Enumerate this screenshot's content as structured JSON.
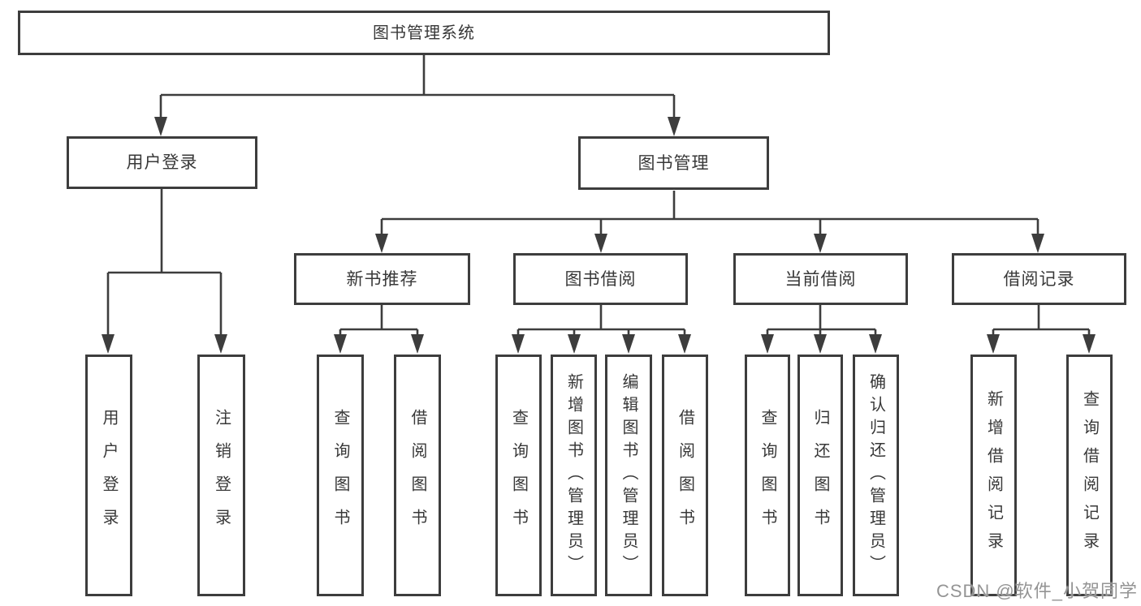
{
  "diagram": {
    "title": "图书管理系统",
    "level2": [
      {
        "label": "用户登录"
      },
      {
        "label": "图书管理"
      }
    ],
    "level3": [
      {
        "label": "新书推荐"
      },
      {
        "label": "图书借阅"
      },
      {
        "label": "当前借阅"
      },
      {
        "label": "借阅记录"
      }
    ],
    "leaves": [
      {
        "label": "用户登录"
      },
      {
        "label": "注销登录"
      },
      {
        "label": "查询图书"
      },
      {
        "label": "借阅图书"
      },
      {
        "label": "查询图书"
      },
      {
        "label": "新增图书（管理员）"
      },
      {
        "label": "编辑图书（管理员）"
      },
      {
        "label": "借阅图书"
      },
      {
        "label": "查询图书"
      },
      {
        "label": "归还图书"
      },
      {
        "label": "确认归还（管理员）"
      },
      {
        "label": "新增借阅记录"
      },
      {
        "label": "查询借阅记录"
      }
    ]
  },
  "watermark": "CSDN @软件_小贺同学",
  "colors": {
    "line": "#3d3d3d",
    "text": "#383838",
    "background": "#ffffff",
    "watermark": "#949494"
  }
}
